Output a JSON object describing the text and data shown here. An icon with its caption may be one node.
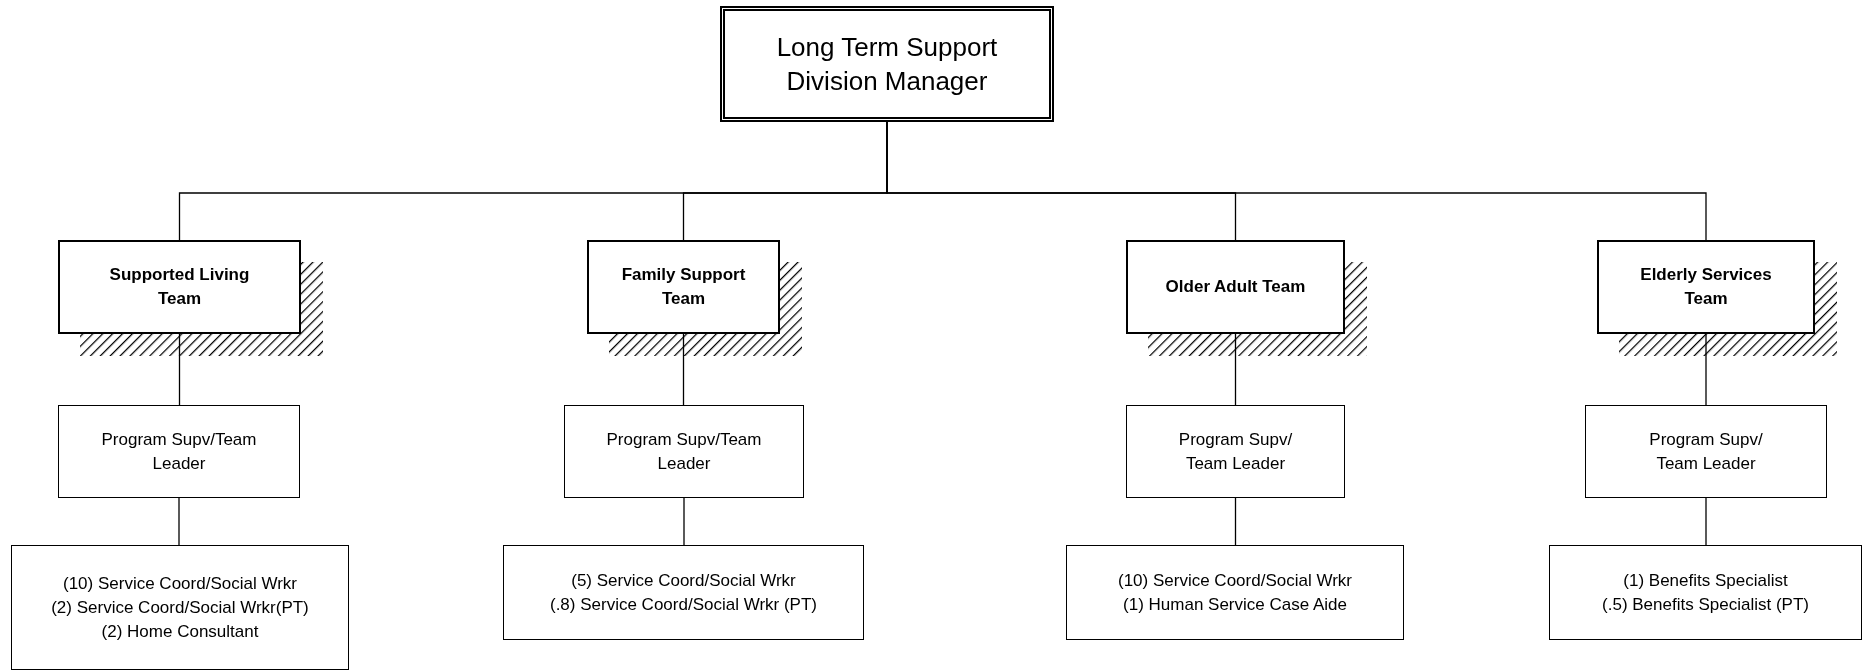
{
  "diagram": {
    "nodes": [
      {
        "text": [
          "Long Term Support Division Manager"
        ]
      },
      {
        "text": [
          "Supported Living Team"
        ]
      },
      {
        "text": [
          "Family Support Team"
        ]
      },
      {
        "text": [
          "Older Adult Team"
        ]
      },
      {
        "text": [
          "Elderly Services Team"
        ]
      },
      {
        "text": [
          "Program Supv/Team Leader"
        ]
      },
      {
        "text": [
          "Program Supv/Team Leader"
        ]
      },
      {
        "text": [
          "Program Supv/ Team Leader"
        ]
      },
      {
        "text": [
          "Program Supv/ Team Leader"
        ]
      },
      {
        "text": [
          "(10) Service Coord/Social Wrkr",
          "(2) Service Coord/Social Wrkr(PT)",
          "(2) Home Consultant"
        ]
      },
      {
        "text": [
          "(5) Service Coord/Social Wrkr",
          "(.8) Service Coord/Social Wrkr (PT)"
        ]
      },
      {
        "text": [
          "(10) Service Coord/Social Wrkr",
          "(1) Human Service Case Aide"
        ]
      },
      {
        "text": [
          "(1) Benefits Specialist",
          "(.5) Benefits Specialist (PT)"
        ]
      }
    ],
    "edges": [
      {
        "from": 0,
        "to": 1,
        "arrow": "none"
      },
      {
        "from": 0,
        "to": 2,
        "arrow": "none"
      },
      {
        "from": 0,
        "to": 3,
        "arrow": "none"
      },
      {
        "from": 0,
        "to": 4,
        "arrow": "none"
      },
      {
        "from": 1,
        "to": 5,
        "arrow": "none"
      },
      {
        "from": 2,
        "to": 6,
        "arrow": "none"
      },
      {
        "from": 3,
        "to": 7,
        "arrow": "none"
      },
      {
        "from": 4,
        "to": 8,
        "arrow": "none"
      },
      {
        "from": 5,
        "to": 9,
        "arrow": "none"
      },
      {
        "from": 6,
        "to": 10,
        "arrow": "none"
      },
      {
        "from": 7,
        "to": 11,
        "arrow": "none"
      },
      {
        "from": 8,
        "to": 12,
        "arrow": "none"
      }
    ]
  }
}
